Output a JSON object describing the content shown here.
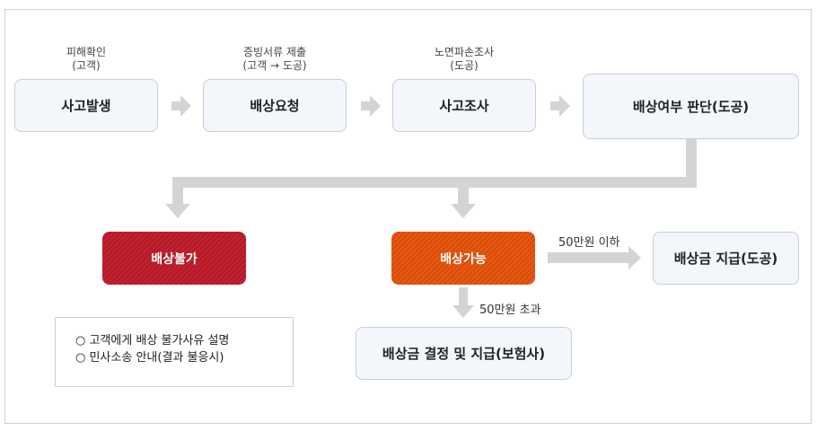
{
  "steps": [
    {
      "caption": [
        "피해확인",
        "(고객)"
      ],
      "label": "사고발생"
    },
    {
      "caption": [
        "증빙서류 제출",
        "(고객 → 도공)"
      ],
      "label": "배상요청"
    },
    {
      "caption": [
        "노면파손조사",
        "(도공)"
      ],
      "label": "사고조사"
    },
    {
      "caption": [],
      "label": "배상여부 판단(도공)"
    }
  ],
  "decision": {
    "reject": {
      "label": "배상불가",
      "color": "#c42230"
    },
    "accept": {
      "label": "배상가능",
      "color": "#ea5a12"
    }
  },
  "reject_notes": [
    "○ 고객에게 배상 불가사유 설명",
    "○ 민사소송 안내(결과 불응시)"
  ],
  "branches": {
    "under": {
      "condition": "50만원 이하",
      "result": "배상금 지급(도공)"
    },
    "over": {
      "condition": "50만원 초과",
      "result": "배상금 결정 및 지급(보험사)"
    }
  }
}
